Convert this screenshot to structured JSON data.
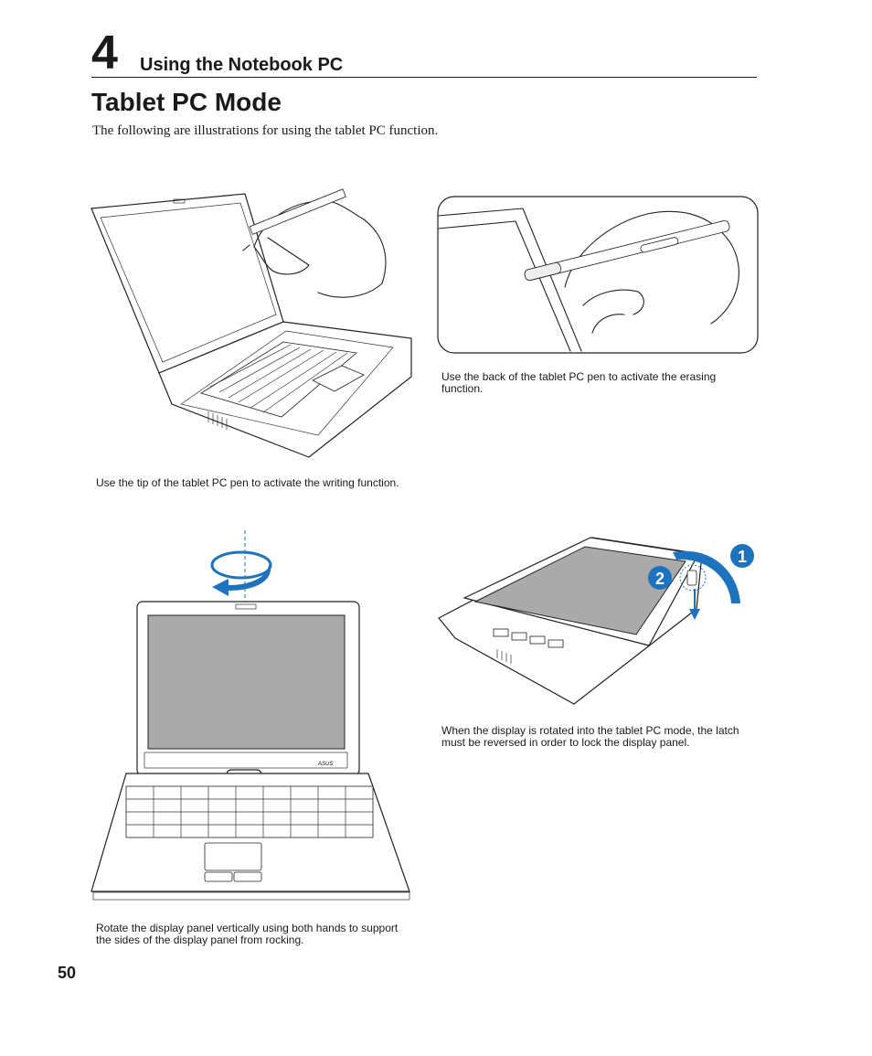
{
  "header": {
    "chapter_number": "4",
    "chapter_title": "Using the Notebook PC"
  },
  "page_title": "Tablet PC Mode",
  "intro": "The following are illustrations for using the tablet PC function.",
  "figures": {
    "writing": {
      "caption": "Use the tip of the tablet PC pen to activate the writing function.",
      "icons": [
        "notebook-illustration",
        "hand-pen-illustration"
      ]
    },
    "erasing": {
      "caption": "Use the back of the tablet PC pen to activate the erasing function.",
      "icons": [
        "hand-pen-eraser-illustration"
      ]
    },
    "rotate": {
      "caption": "Rotate the display panel vertically using both hands to support the sides of the display panel from rocking.",
      "icons": [
        "rotate-arrow-icon",
        "notebook-front-illustration"
      ],
      "brand_label": "ASUS"
    },
    "latch": {
      "caption": "When the display is rotated into the tablet PC mode, the latch must be reversed in order to lock the display panel.",
      "step_labels": [
        "1",
        "2"
      ],
      "icons": [
        "step-1-badge",
        "step-2-badge",
        "curved-arrow-icon",
        "tablet-notebook-illustration"
      ]
    }
  },
  "page_number": "50",
  "colors": {
    "text": "#1a1a1a",
    "accent_blue": "#1e73be",
    "screen_gray": "#aaaaaa"
  }
}
